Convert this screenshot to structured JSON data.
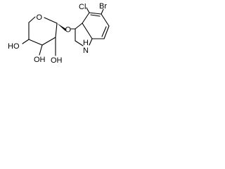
{
  "molecule": {
    "atoms": {
      "br": "Br",
      "cl": "Cl",
      "ring_o": "O",
      "glyco_o": "O",
      "nh": "H",
      "n": "N",
      "ho_left": "HO",
      "oh_bottom_left": "OH",
      "oh_bottom_right": "OH"
    }
  },
  "colors": {
    "ink": "#000000",
    "background": "#ffffff"
  }
}
